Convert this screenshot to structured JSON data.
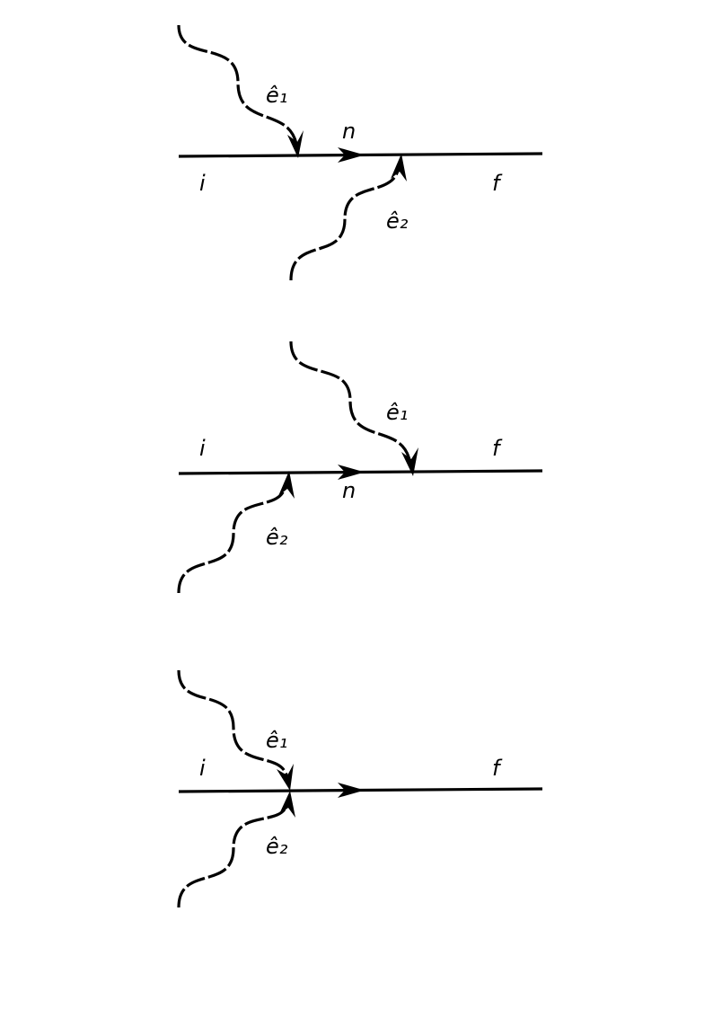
{
  "colors": {
    "stroke": "#000000",
    "background": "#ffffff"
  },
  "diagrams": [
    {
      "labels": {
        "initial": "i",
        "final": "f",
        "intermediate": "n",
        "photon_1": "ê₁",
        "photon_2": "ê₂"
      }
    },
    {
      "labels": {
        "initial": "i",
        "final": "f",
        "intermediate": "n",
        "photon_1": "ê₁",
        "photon_2": "ê₂"
      }
    },
    {
      "labels": {
        "initial": "i",
        "final": "f",
        "photon_1": "ê₁",
        "photon_2": "ê₂"
      }
    }
  ]
}
